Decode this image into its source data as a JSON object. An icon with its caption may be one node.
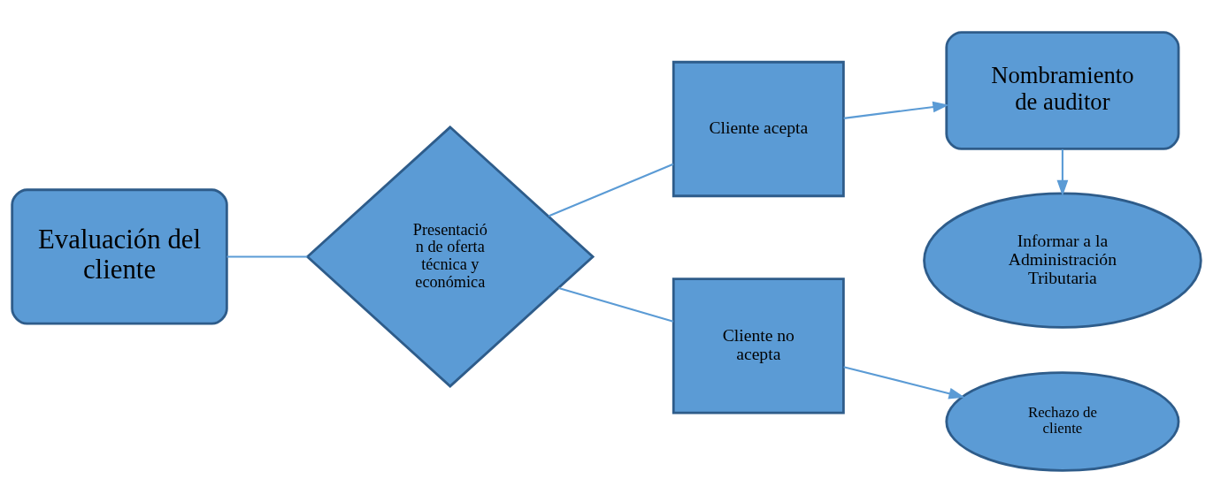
{
  "diagram": {
    "nodes": [
      {
        "text": [
          "Evaluación del cliente"
        ]
      },
      {
        "text": [
          "Presentació n de oferta técnica y económica"
        ]
      },
      {
        "text": [
          "Cliente acepta"
        ]
      },
      {
        "text": [
          "Cliente no acepta"
        ]
      },
      {
        "text": [
          "Nombramiento de auditor"
        ]
      },
      {
        "text": [
          "Informar a la Administración Tributaria"
        ]
      },
      {
        "text": [
          "Rechazo de cliente"
        ]
      }
    ],
    "edges": [
      {
        "from": 0,
        "to": 1,
        "arrow": "none"
      },
      {
        "from": 1,
        "to": 2,
        "arrow": "none"
      },
      {
        "from": 1,
        "to": 3,
        "arrow": "none"
      },
      {
        "from": 2,
        "to": 4,
        "arrow": "to"
      },
      {
        "from": 4,
        "to": 5,
        "arrow": "to"
      },
      {
        "from": 3,
        "to": 6,
        "arrow": "to"
      }
    ]
  }
}
